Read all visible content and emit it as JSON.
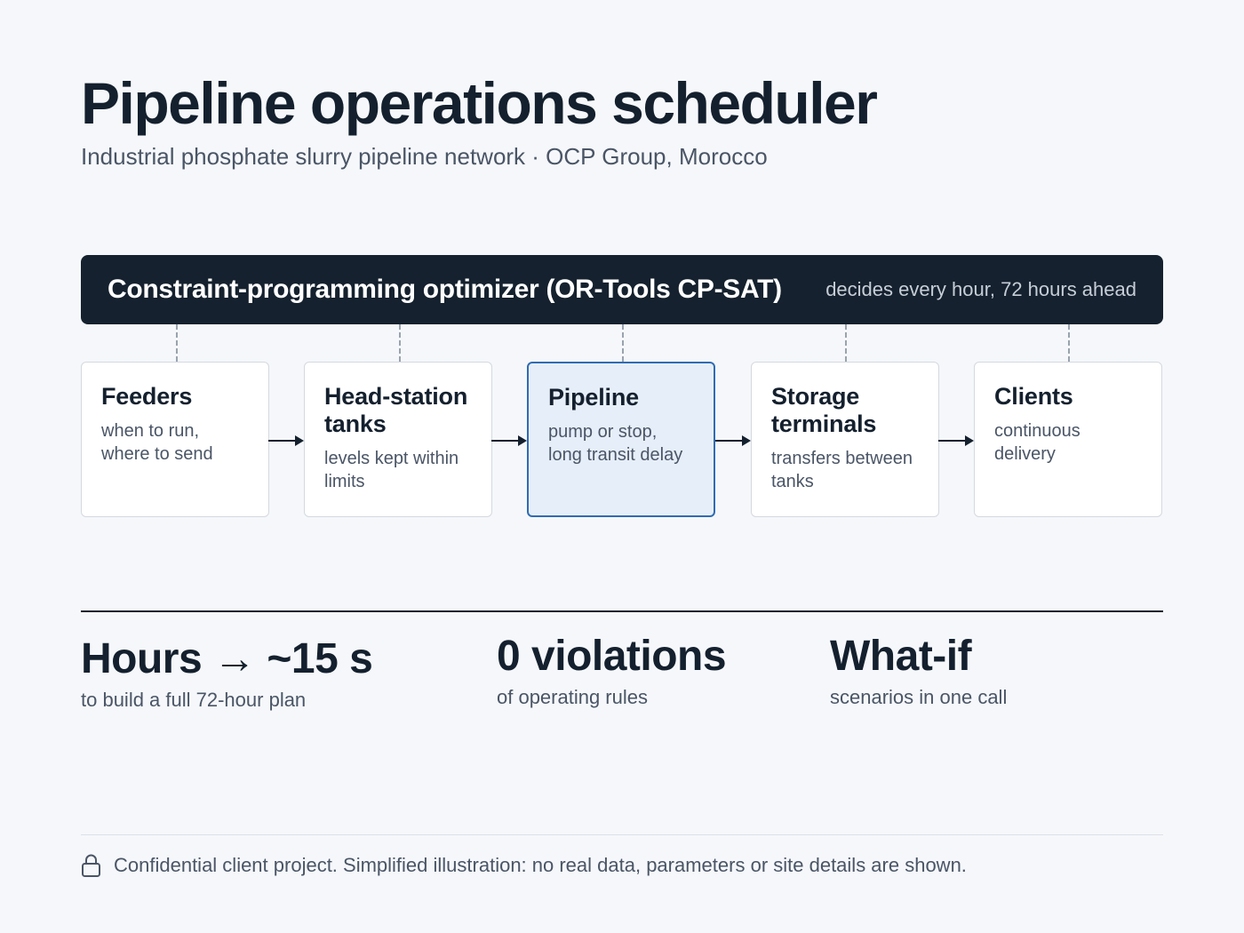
{
  "header": {
    "title": "Pipeline operations scheduler",
    "subtitle": "Industrial phosphate slurry pipeline network · OCP Group, Morocco"
  },
  "optimizer": {
    "title": "Constraint-programming optimizer (OR-Tools CP-SAT)",
    "note": "decides every hour, 72 hours ahead"
  },
  "flow": [
    {
      "title": "Feeders",
      "desc": "when to run, where to send",
      "highlight": false
    },
    {
      "title": "Head-station tanks",
      "desc": "levels kept within limits",
      "highlight": false
    },
    {
      "title": "Pipeline",
      "desc": "pump or stop, long transit delay",
      "highlight": true
    },
    {
      "title": "Storage terminals",
      "desc": "transfers between tanks",
      "highlight": false
    },
    {
      "title": "Clients",
      "desc": "continuous delivery",
      "highlight": false
    }
  ],
  "stats": [
    {
      "value": "Hours → ~15 s",
      "label": "to build a full 72-hour plan"
    },
    {
      "value": "0 violations",
      "label": "of operating rules"
    },
    {
      "value": "What-if",
      "label": "scenarios in one call"
    }
  ],
  "footer": {
    "icon": "lock-icon",
    "text": "Confidential client project. Simplified illustration: no real data, parameters or site details are shown."
  },
  "colors": {
    "ink": "#14202e",
    "muted": "#4a5566",
    "optimizer_bg": "#15212e",
    "highlight_bg": "#e6eef9",
    "highlight_border": "#2f6cb3"
  }
}
